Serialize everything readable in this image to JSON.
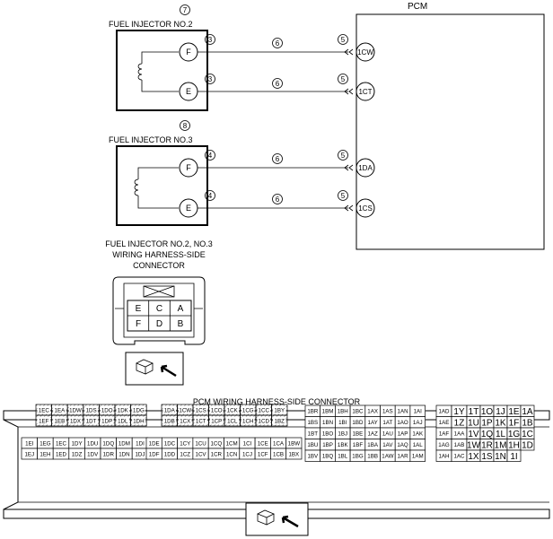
{
  "injectors": [
    {
      "circle_num": "7",
      "title": "FUEL INJECTOR NO.2",
      "pins": [
        {
          "pin": "F",
          "terminal": "3",
          "wire": "6",
          "pcm_term": "5",
          "pcm_pin": "1CW"
        },
        {
          "pin": "E",
          "terminal": "3",
          "wire": "6",
          "pcm_term": "5",
          "pcm_pin": "1CT"
        }
      ]
    },
    {
      "circle_num": "8",
      "title": "FUEL INJECTOR NO.3",
      "pins": [
        {
          "pin": "F",
          "terminal": "4",
          "wire": "6",
          "pcm_term": "5",
          "pcm_pin": "1DA"
        },
        {
          "pin": "E",
          "terminal": "4",
          "wire": "6",
          "pcm_term": "5",
          "pcm_pin": "1CS"
        }
      ]
    }
  ],
  "pcm": {
    "label": "PCM"
  },
  "injector_connector": {
    "title_lines": [
      "FUEL INJECTOR NO.2, NO.3",
      "WIRING HARNESS-SIDE",
      "CONNECTOR"
    ],
    "cells": [
      [
        "E",
        "C",
        "A"
      ],
      [
        "F",
        "D",
        "B"
      ]
    ]
  },
  "pcm_connector": {
    "title": "PCM WIRING HARNESS-SIDE CONNECTOR",
    "block1": {
      "rows": [
        [
          "1EC",
          "1EA",
          "1DW",
          "1DS",
          "1DO",
          "1DK",
          "1DG"
        ],
        [
          "1EF",
          "1EB",
          "1DX",
          "1DT",
          "1DP",
          "1DL",
          "1DH"
        ],
        [
          "1EI",
          "1EG",
          "1EC",
          "1DY",
          "1DU",
          "1DQ",
          "1DM",
          "1DI"
        ],
        [
          "1EJ",
          "1EH",
          "1ED",
          "1DZ",
          "1DV",
          "1DR",
          "1DN",
          "1DJ"
        ]
      ]
    },
    "block2": {
      "rows": [
        [
          "1DA",
          "1CW",
          "1CS",
          "1CO",
          "1CK",
          "1CG",
          "1CC",
          "1BY"
        ],
        [
          "1DB",
          "1CX",
          "1CT",
          "1CP",
          "1CL",
          "1CH",
          "1CD",
          "1BZ"
        ],
        [
          "1DE",
          "1DC",
          "1CY",
          "1CU",
          "1CQ",
          "1CM",
          "1CI",
          "1CE",
          "1CA",
          "1BW"
        ],
        [
          "1DF",
          "1DD",
          "1CZ",
          "1CV",
          "1CR",
          "1CN",
          "1CJ",
          "1CF",
          "1CB",
          "1BX"
        ]
      ]
    },
    "block3": {
      "rows": [
        [
          "1BR",
          "1BM",
          "1BH",
          "1BC",
          "1AX",
          "1AS",
          "1AN",
          "1AI"
        ],
        [
          "1BS",
          "1BN",
          "1BI",
          "1BD",
          "1AY",
          "1AT",
          "1AO",
          "1AJ"
        ],
        [
          "1BT",
          "1BO",
          "1BJ",
          "1BE",
          "1AZ",
          "1AU",
          "1AP",
          "1AK"
        ],
        [
          "1BU",
          "1BP",
          "1BK",
          "1BF",
          "1BA",
          "1AV",
          "1AQ",
          "1AL"
        ],
        [
          "1BV",
          "1BQ",
          "1BL",
          "1BG",
          "1BB",
          "1AW",
          "1AR",
          "1AM"
        ]
      ]
    },
    "block4": {
      "rows": [
        [
          "1AD",
          "1Y",
          "1T",
          "1O",
          "1J",
          "1E",
          "1A"
        ],
        [
          "1AE",
          "1Z",
          "1U",
          "1P",
          "1K",
          "1F",
          "1B"
        ],
        [
          "1AF",
          "1AA",
          "1V",
          "1Q",
          "1L",
          "1G",
          "1C"
        ],
        [
          "1AG",
          "1AB",
          "1W",
          "1R",
          "1M",
          "1H",
          "1D"
        ],
        [
          "1AH",
          "1AC",
          "1X",
          "1S",
          "1N",
          "1I"
        ]
      ]
    }
  }
}
